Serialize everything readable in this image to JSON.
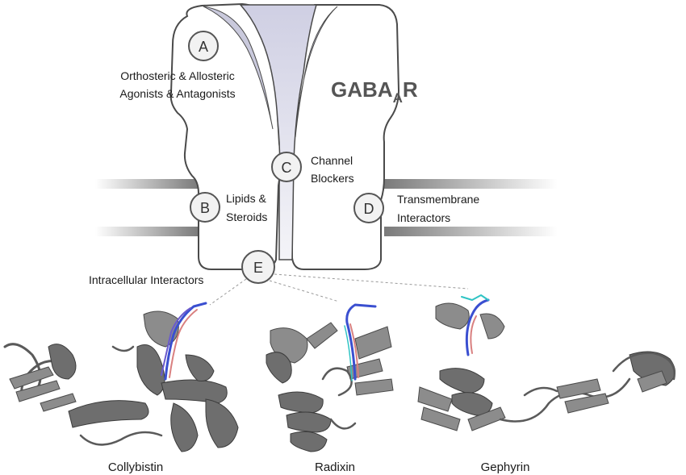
{
  "receptor": {
    "name_main": "GABA",
    "name_sub": "A",
    "name_end": "R"
  },
  "sites": [
    {
      "letter": "A",
      "label_lines": [
        "Orthosteric & Allosteric",
        "Agonists & Antagonists"
      ]
    },
    {
      "letter": "B",
      "label_lines": [
        "Lipids &",
        "Steroids"
      ]
    },
    {
      "letter": "C",
      "label_lines": [
        "Channel",
        "Blockers"
      ]
    },
    {
      "letter": "D",
      "label_lines": [
        "Transmembrane",
        "Interactors"
      ]
    },
    {
      "letter": "E",
      "label_lines": [
        "Intracellular Interactors"
      ]
    }
  ],
  "proteins": [
    {
      "name": "Collybistin"
    },
    {
      "name": "Radixin"
    },
    {
      "name": "Gephyrin"
    }
  ],
  "colors": {
    "membrane": "#8a8a8a",
    "channel_fill": "#dcdcec",
    "outline": "#4a4a4a",
    "protein_gray": "#6e6e6e",
    "ligand_blue": "#3a4fd0",
    "ligand_salmon": "#d98080",
    "ligand_cyan": "#2fc4c4"
  }
}
